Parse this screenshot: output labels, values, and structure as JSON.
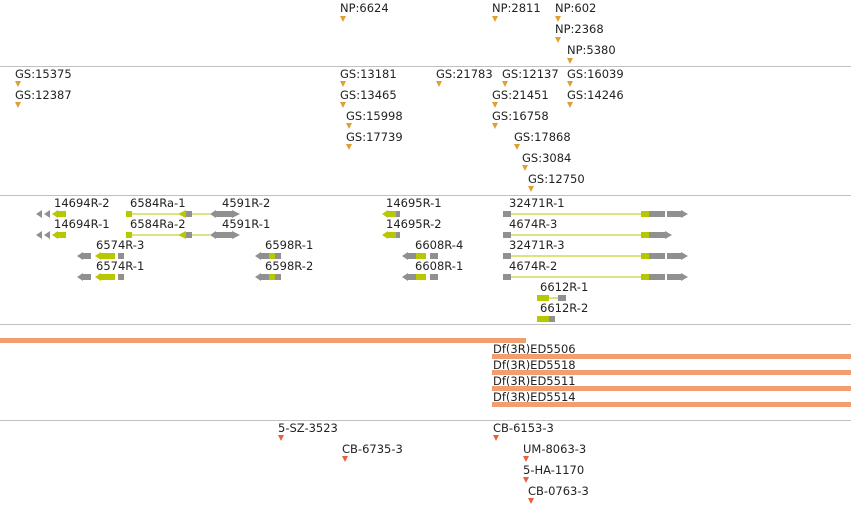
{
  "tracks": {
    "np": [
      {
        "label": "NP:6624"
      },
      {
        "label": "NP:2811"
      },
      {
        "label": "NP:602"
      },
      {
        "label": "NP:2368"
      },
      {
        "label": "NP:5380"
      }
    ],
    "gs": [
      {
        "label": "GS:15375"
      },
      {
        "label": "GS:12387"
      },
      {
        "label": "GS:13181"
      },
      {
        "label": "GS:13465"
      },
      {
        "label": "GS:15998"
      },
      {
        "label": "GS:17739"
      },
      {
        "label": "GS:21783"
      },
      {
        "label": "GS:12137"
      },
      {
        "label": "GS:16039"
      },
      {
        "label": "GS:21451"
      },
      {
        "label": "GS:14246"
      },
      {
        "label": "GS:16758"
      },
      {
        "label": "GS:17868"
      },
      {
        "label": "GS:3084"
      },
      {
        "label": "GS:12750"
      }
    ],
    "transcripts": [
      {
        "label": "14694R-2"
      },
      {
        "label": "14694R-1"
      },
      {
        "label": "6584Ra-1"
      },
      {
        "label": "6584Ra-2"
      },
      {
        "label": "4591R-2"
      },
      {
        "label": "4591R-1"
      },
      {
        "label": "6574R-3"
      },
      {
        "label": "6574R-1"
      },
      {
        "label": "6598R-1"
      },
      {
        "label": "6598R-2"
      },
      {
        "label": "14695R-1"
      },
      {
        "label": "14695R-2"
      },
      {
        "label": "6608R-4"
      },
      {
        "label": "6608R-1"
      },
      {
        "label": "32471R-1"
      },
      {
        "label": "4674R-3"
      },
      {
        "label": "32471R-3"
      },
      {
        "label": "4674R-2"
      },
      {
        "label": "6612R-1"
      },
      {
        "label": "6612R-2"
      }
    ],
    "deficiencies": [
      {
        "label": "Df(3R)ED5506"
      },
      {
        "label": "Df(3R)ED5518"
      },
      {
        "label": "Df(3R)ED5511"
      },
      {
        "label": "Df(3R)ED5514"
      }
    ],
    "insertions": [
      {
        "label": "5-SZ-3523"
      },
      {
        "label": "CB-6735-3"
      },
      {
        "label": "CB-6153-3"
      },
      {
        "label": "UM-8063-3"
      },
      {
        "label": "5-HA-1170"
      },
      {
        "label": "CB-0763-3"
      }
    ]
  },
  "colors": {
    "feature_marker": "#e0a030",
    "insertion_marker": "#e8603c",
    "deficiency_bar": "#f0a070",
    "cds": "#b8c800",
    "utr": "#909090",
    "intron": "#b8c800",
    "separator": "#c0c0c0"
  }
}
